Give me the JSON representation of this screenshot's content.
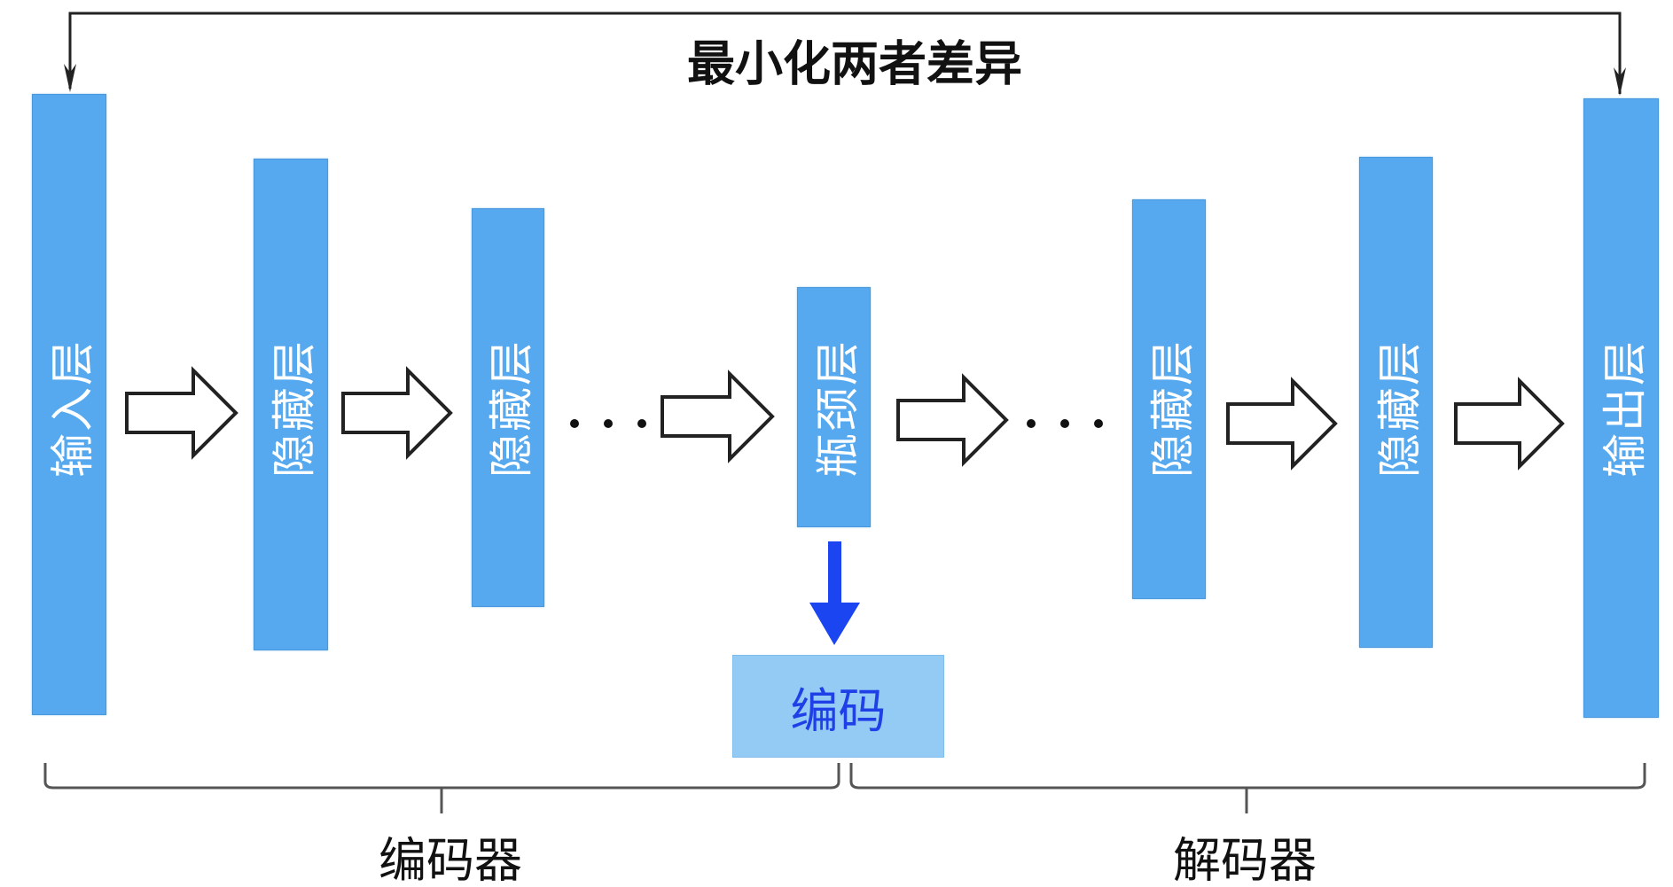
{
  "title": "最小化两者差异",
  "layers": [
    {
      "label": "输入层"
    },
    {
      "label": "隐藏层"
    },
    {
      "label": "隐藏层"
    },
    {
      "label": "瓶颈层"
    },
    {
      "label": "隐藏层"
    },
    {
      "label": "隐藏层"
    },
    {
      "label": "输出层"
    }
  ],
  "code_label": "编码",
  "encoder_label": "编码器",
  "decoder_label": "解码器",
  "colors": {
    "layer": "#56a9ef",
    "code_box": "#93cbf4",
    "code_text": "#1f40e6",
    "down_arrow": "#1a45f0"
  }
}
